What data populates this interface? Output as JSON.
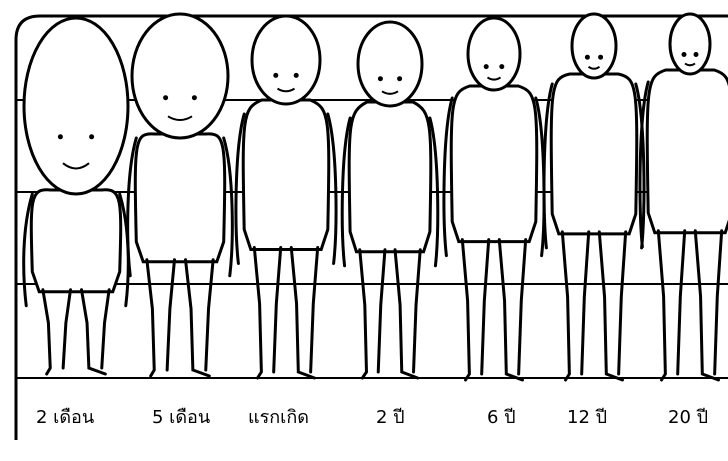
{
  "figures": [
    {
      "label": "2 เดือน"
    },
    {
      "label": "5 เดือน"
    },
    {
      "label": "แรกเกิด"
    },
    {
      "label": "2 ปี"
    },
    {
      "label": "6 ปี"
    },
    {
      "label": "12 ปี"
    },
    {
      "label": "20 ปี"
    }
  ],
  "colors": {
    "ink": "#000000",
    "background": "#ffffff"
  }
}
